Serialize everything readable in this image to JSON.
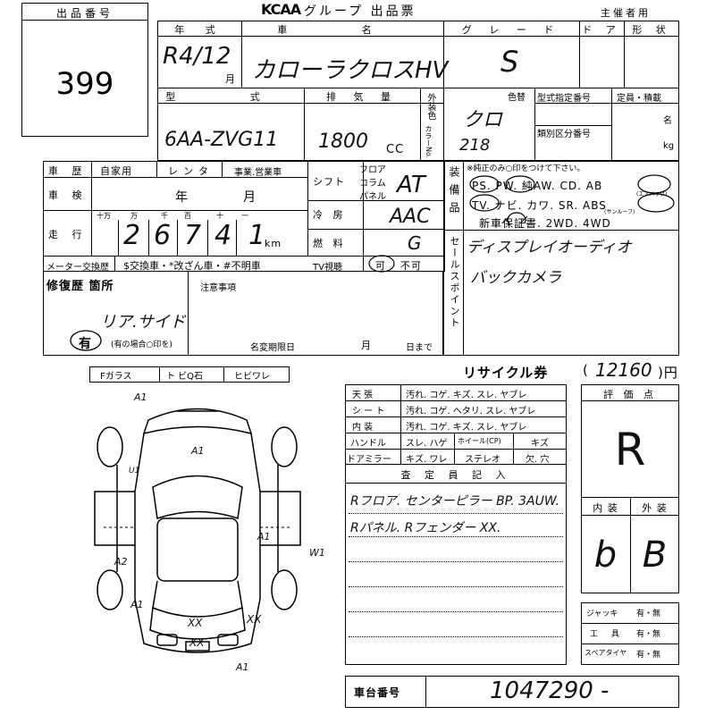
{
  "lot": {
    "label": "出品番号",
    "number": "399"
  },
  "header": {
    "logo": "KCAA",
    "title": "グループ 出品票",
    "sponsor": "主催者用"
  },
  "top": {
    "col_year": "年 式",
    "col_car": "車 名",
    "col_grade": "グ レ ー ド",
    "col_door": "ド ア",
    "col_shape": "形 状",
    "year_value": "R4/12",
    "month_unit": "月",
    "car_value": "カローラクロスHV",
    "grade_value": "S",
    "model_label": "型 式",
    "displacement_label": "排 気 量",
    "model_value": "6AA-ZVG11",
    "displacement_value": "1800",
    "cc": "CC",
    "exterior_color_label": "外装色",
    "color_no_label": "カラーNo.",
    "color_change_label": "色替",
    "color_value": "クロ",
    "color_no_value": "218",
    "type_designation_label": "型式指定番号",
    "category_label": "類別区分番号",
    "capacity_label": "定員・積載",
    "unit_people": "名",
    "unit_kg": "kg"
  },
  "history": {
    "label": "車 歴",
    "opts": [
      "自家用",
      "レンタ",
      "事業.営業車"
    ],
    "inspection_label": "車 検",
    "year": "年",
    "month": "月",
    "mileage_label": "走 行",
    "digit_units": [
      "十万",
      "万",
      "千",
      "百",
      "十",
      "一"
    ],
    "mileage_digits": [
      "2",
      "6",
      "7",
      "4",
      "1"
    ],
    "km": "km",
    "meter_label": "メーター交換歴",
    "meter_opts": "$交換車・*改ざん車・#不明車"
  },
  "specs": {
    "shift_label": "シフト",
    "shift_opts": [
      "フロア",
      "コラム",
      "パネル"
    ],
    "shift_value": "AT",
    "ac_label": "冷 房",
    "ac_value": "AAC",
    "fuel_label": "燃 料",
    "fuel_value": "G",
    "tv_label": "TV視聴",
    "tv_yes": "可",
    "tv_no": "不可"
  },
  "equipment": {
    "label": "装備品",
    "note": "※純正のみ○印をつけて下さい。",
    "row1": "PS. PW. 純AW. CD. AB",
    "row2": "TV. ナビ. カワ. SR. ABS",
    "row3": "新車保証書. 2WD. 4WD",
    "sub_ab": "(エアバッグ)",
    "sub_sr": "(サンルーフ)"
  },
  "sales_point": {
    "label": "セールスポイント",
    "line1": "ディスプレイオーディオ",
    "line2": "バックカメラ"
  },
  "repair": {
    "label": "修復歴 箇所",
    "value": "リア.サイド",
    "has": "有",
    "note": "(有の場合○印を)",
    "notes_label": "注意事項",
    "deadline_label": "名変期限日",
    "month": "月",
    "day": "日まで"
  },
  "glass": [
    "Fガラス",
    "ト ビQ石",
    "ヒビワレ"
  ],
  "diagram_marks": [
    "A1",
    "A1",
    "U1",
    "A1",
    "A2",
    "A1",
    "A1",
    "XX",
    "XX",
    "XX",
    "W1"
  ],
  "recycle": {
    "label": "リサイクル券",
    "value": "12160",
    "unit": ")円",
    "open": "("
  },
  "condition": [
    {
      "name": "天 張",
      "opts": "汚れ. コゲ. キズ. スレ. ヤブレ"
    },
    {
      "name": "シ ー ト",
      "opts": "汚れ. コゲ. ヘタリ. スレ. ヤブレ"
    },
    {
      "name": "内 装",
      "opts": "汚れ. コゲ. キズ. スレ. ヤブレ"
    },
    {
      "name": "ハンドル",
      "opts": "スレ. ハゲ"
    },
    {
      "name": "ドアミラー",
      "opts": "キズ. ワレ"
    }
  ],
  "condition_extra": {
    "wheel": "ホイール(CP)",
    "wheel_opt": "キズ",
    "stereo": "ステレオ",
    "stereo_opt": "欠. 穴"
  },
  "inspector": {
    "label": "査 定 員 記 入",
    "line1": "Rフロア. センターピラー BP. 3AUW.",
    "line2": "Rパネル. Rフェンダー XX."
  },
  "grade": {
    "label": "評 価 点",
    "value": "R",
    "interior_label": "内 装",
    "exterior_label": "外 装",
    "interior_value": "b",
    "exterior_value": "B"
  },
  "tools": [
    {
      "name": "ジャッキ",
      "opts": "有・無"
    },
    {
      "name": "工 具",
      "opts": "有・無"
    },
    {
      "name": "スペアタイヤ",
      "opts": "有・無"
    }
  ],
  "chassis": {
    "label": "車台番号",
    "value": "1047290 -"
  }
}
